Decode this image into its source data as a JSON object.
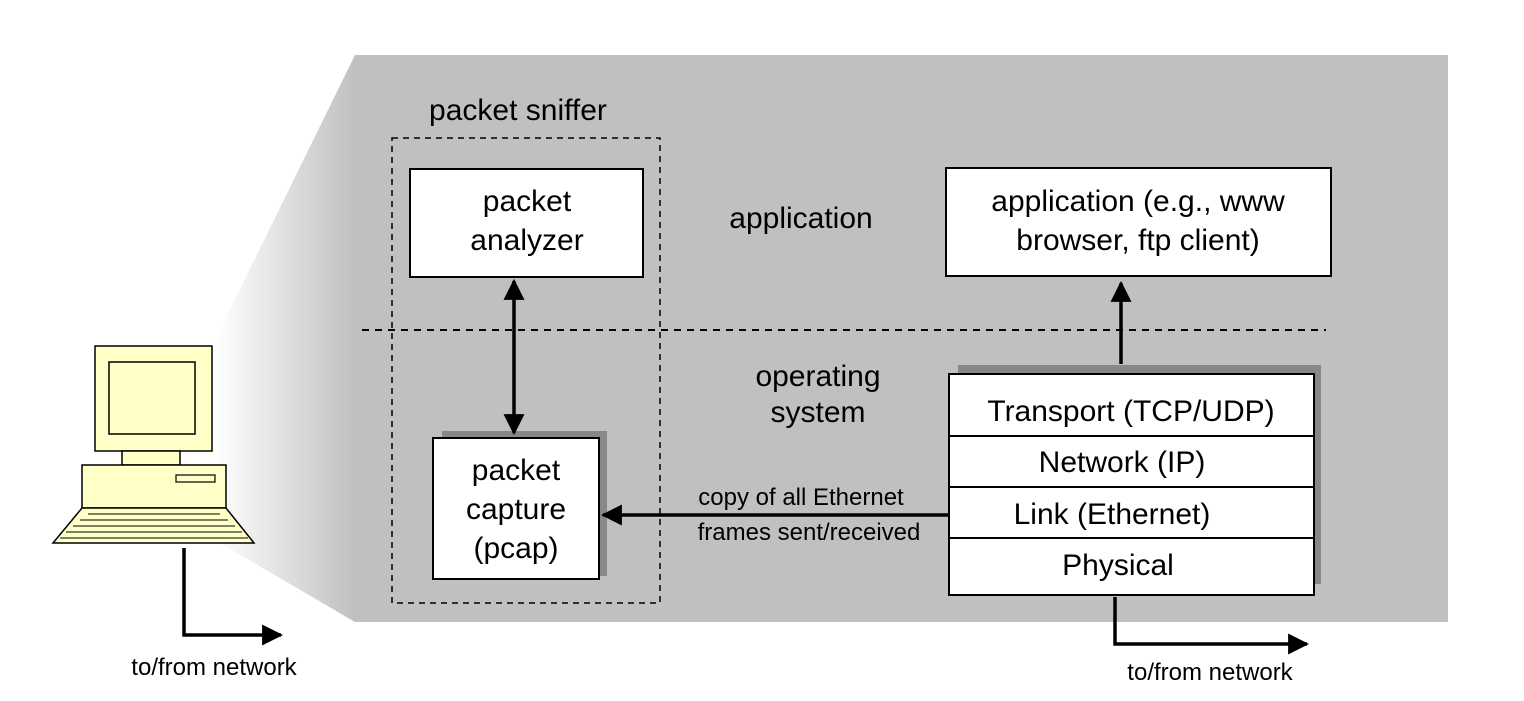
{
  "sniffer": {
    "title": "packet sniffer",
    "analyzer": [
      "packet",
      "analyzer"
    ],
    "capture": [
      "packet",
      "capture",
      "(pcap)"
    ]
  },
  "zones": {
    "application": "application",
    "operating_system": [
      "operating",
      "system"
    ]
  },
  "app_box": [
    "application (e.g., www",
    "browser, ftp client)"
  ],
  "stack": {
    "layers": [
      "Transport (TCP/UDP)",
      "Network (IP)",
      "Link (Ethernet)",
      "Physical"
    ]
  },
  "copy_label": [
    "copy of all Ethernet",
    "frames sent/received"
  ],
  "network_left": "to/from network",
  "network_right": "to/from network",
  "colors": {
    "panel": "#c0c0c0",
    "computer": "#ffffc8",
    "box_shadow": "#888888"
  }
}
